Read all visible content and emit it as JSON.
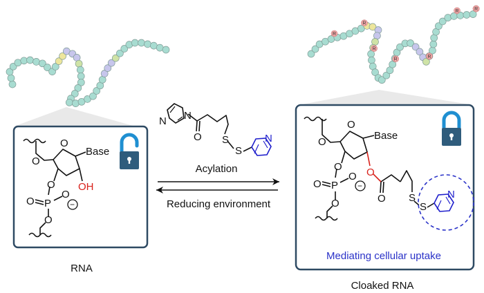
{
  "left_panel": {
    "base_label": "Base",
    "hydroxyl_label": "OH",
    "oxygen": "O",
    "phosphorus": "P",
    "minus": "−",
    "caption": "RNA",
    "lock_state": "unlocked"
  },
  "reagent": {
    "nitrogen": "N",
    "oxygen": "O",
    "sulfur": "S",
    "pyridine_n": "N"
  },
  "arrows": {
    "forward_label": "Acylation",
    "reverse_label": "Reducing environment"
  },
  "right_panel": {
    "base_label": "Base",
    "oxygen": "O",
    "phosphorus": "P",
    "minus": "−",
    "sulfur": "S",
    "pyridine_n": "N",
    "uptake_label": "Mediating cellular uptake",
    "caption": "Cloaked RNA",
    "modification_label": "R",
    "lock_state": "locked"
  },
  "colors": {
    "panel_border": "#2e4a63",
    "lock": "#2f5c7c",
    "lock_shackle_open": "#1f8fd1",
    "hydroxyl": "#d8201a",
    "ester_oxygen": "#d8201a",
    "pyridine": "#1f1fcc",
    "uptake_text": "#2a32c8",
    "bead_teal": "#a8dcd1",
    "bead_green": "#cfe3a6",
    "bead_yellow": "#ede69c",
    "bead_lilac": "#c7c6ec",
    "bead_pink": "#f2a7a7"
  }
}
